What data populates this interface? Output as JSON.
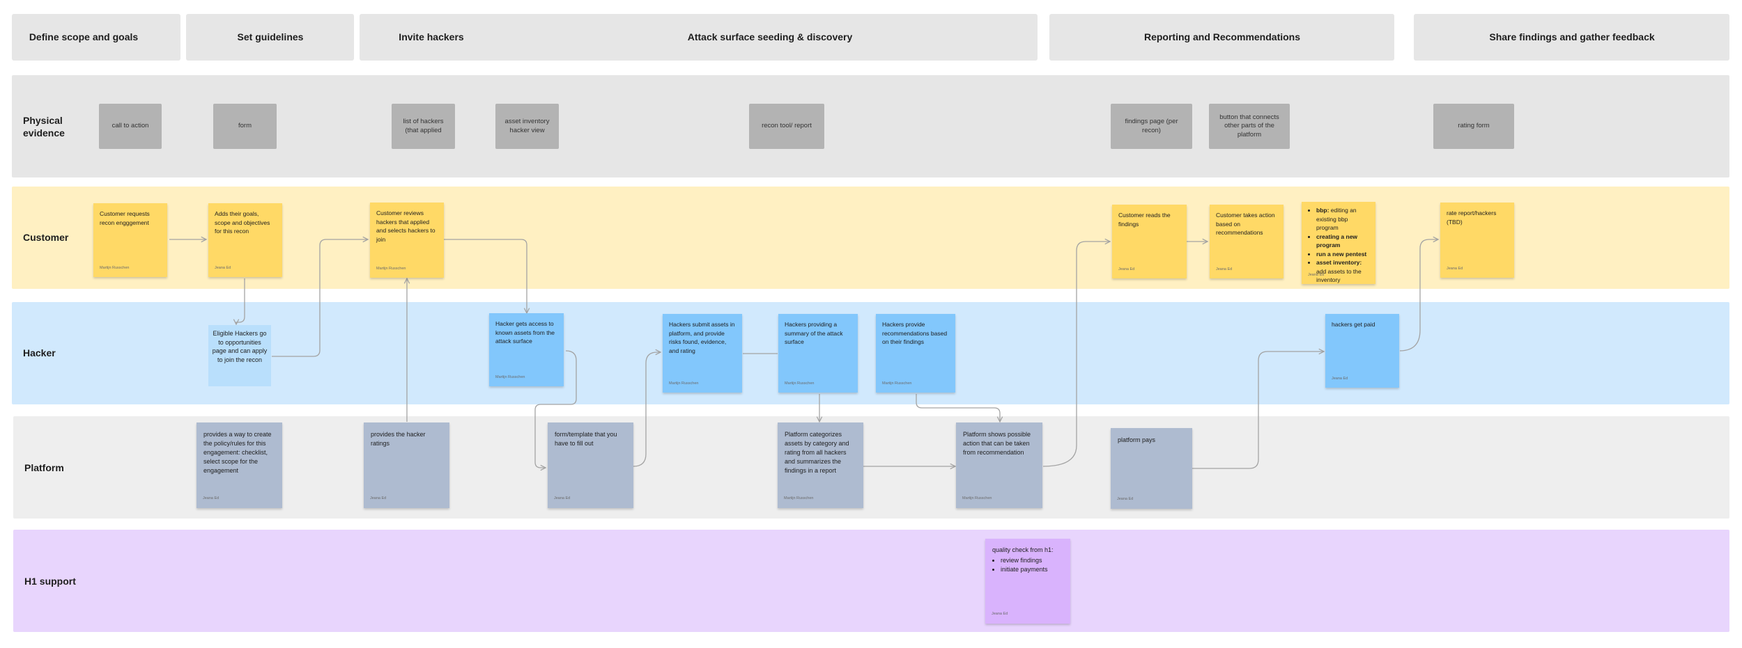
{
  "phases": [
    {
      "label": "Define scope and goals"
    },
    {
      "label": "Set guidelines"
    },
    {
      "label": "Invite hackers"
    },
    {
      "label": "Attack surface seeding & discovery"
    },
    {
      "label": "Reporting and Recommendations"
    },
    {
      "label": "Share findings and gather feedback"
    }
  ],
  "lanes": {
    "physical": "Physical evidence",
    "customer": "Customer",
    "hacker": "Hacker",
    "platform": "Platform",
    "h1": "H1 support"
  },
  "evidence": [
    "call to action",
    "form",
    "list of hackers (that applied",
    "asset inventory hacker view",
    "recon tool/ report",
    "findings page (per recon)",
    "button that connects other parts of the platform",
    "rating form"
  ],
  "customer_notes": {
    "c1": {
      "text": "Customer requests recon engggement",
      "author": "Martijn Russchen"
    },
    "c2": {
      "text": "Adds their goals, scope and objectives for this recon",
      "author": "Jeana Ed"
    },
    "c3": {
      "text": "Customer reviews hackers that applied and selects hackers to join",
      "author": "Martijn Russchen"
    },
    "c4": {
      "text": "Customer reads the findings",
      "author": "Jeana Ed"
    },
    "c5": {
      "text": "Customer takes action based on recommendations",
      "author": "Jeana Ed"
    },
    "c6": {
      "items": [
        {
          "bold": "bbp:",
          "rest": " editing an existing bbp program"
        },
        {
          "bold": "creating a new program",
          "rest": ""
        },
        {
          "bold": "run a new pentest",
          "rest": ""
        },
        {
          "bold": "asset inventory:",
          "rest": " add assets to the inventory"
        }
      ],
      "author": "Jeana Ed"
    },
    "c7": {
      "text": "rate report/hackers (TBD)",
      "author": "Jeana Ed"
    }
  },
  "hacker_notes": {
    "h1": {
      "text": "Eligible Hackers go to opportunities page and can apply to join the recon"
    },
    "h2": {
      "text": "Hacker gets access to known assets from the attack surface",
      "author": "Martijn Russchen"
    },
    "h3": {
      "text": "Hackers submit assets in platform, and provide risks found, evidence, and rating",
      "author": "Martijn Russchen"
    },
    "h4": {
      "text": "Hackers providing a summary of the attack surface",
      "author": "Martijn Russchen"
    },
    "h5": {
      "text": "Hackers provide recommendations based on their findings",
      "author": "Martijn Russchen"
    },
    "h6": {
      "text": "hackers get paid",
      "author": "Jeana Ed"
    }
  },
  "platform_notes": {
    "p1": {
      "text": "provides a way to create the policy/rules for this engagement: checklist, select scope for the engagement",
      "author": "Jeana Ed"
    },
    "p2": {
      "text": "provides the hacker ratings",
      "author": "Jeana Ed"
    },
    "p3": {
      "text": "form/template that you have to fill out",
      "author": "Jeana Ed"
    },
    "p4": {
      "text": "Platform categorizes assets by category and rating from all hackers and summarizes the findings in a report",
      "author": "Martijn Russchen"
    },
    "p5": {
      "text": "Platform shows possible action that can be taken from recommendation",
      "author": "Martijn Russchen"
    },
    "p6": {
      "text": "platform pays",
      "author": "Jeana Ed"
    }
  },
  "h1_notes": {
    "s1": {
      "title": "quality check from h1:",
      "items": [
        "review findings",
        "initiate payments"
      ],
      "author": "Jeana Ed"
    }
  },
  "colors": {
    "physical_lane": "#e6e6e6",
    "customer_lane": "#fff0c2",
    "hacker_lane": "#d1e9fd",
    "platform_lane": "#eeeeee",
    "h1_lane": "#e8d5fd",
    "connector": "#a3a3a3"
  }
}
